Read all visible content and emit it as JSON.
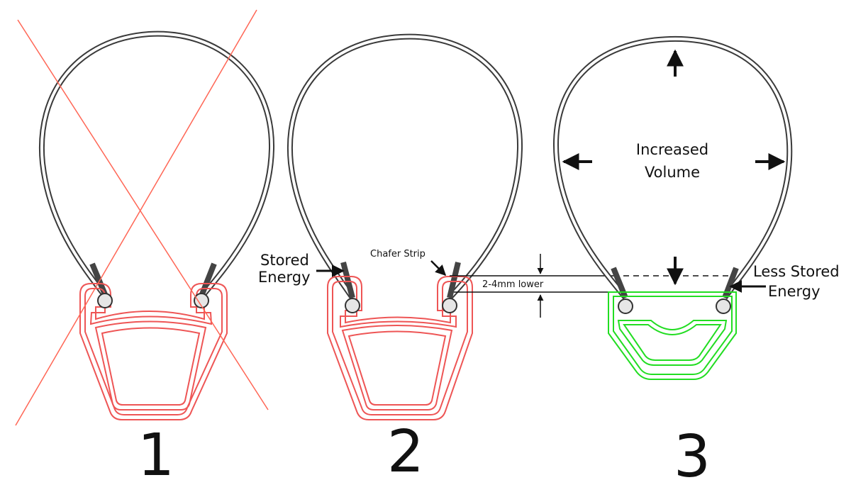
{
  "colors": {
    "tire": "#3a3a3a",
    "bead": "#6a6a6a",
    "rim_red": "#ee5555",
    "rim_green": "#22dd22",
    "cross": "#ff6655",
    "ink": "#111111"
  },
  "panels": [
    {
      "number": "1",
      "crossed_out": true
    },
    {
      "number": "2"
    },
    {
      "number": "3"
    }
  ],
  "labels": {
    "stored_energy_1": "Stored",
    "stored_energy_2": "Energy",
    "chafer_strip": "Chafer Strip",
    "height_difference": "2-4mm lower",
    "increased_1": "Increased",
    "increased_2": "Volume",
    "less_stored_1": "Less Stored",
    "less_stored_2": "Energy"
  },
  "icons": [
    "arrow-icon",
    "bead-icon",
    "x-cross-icon"
  ]
}
